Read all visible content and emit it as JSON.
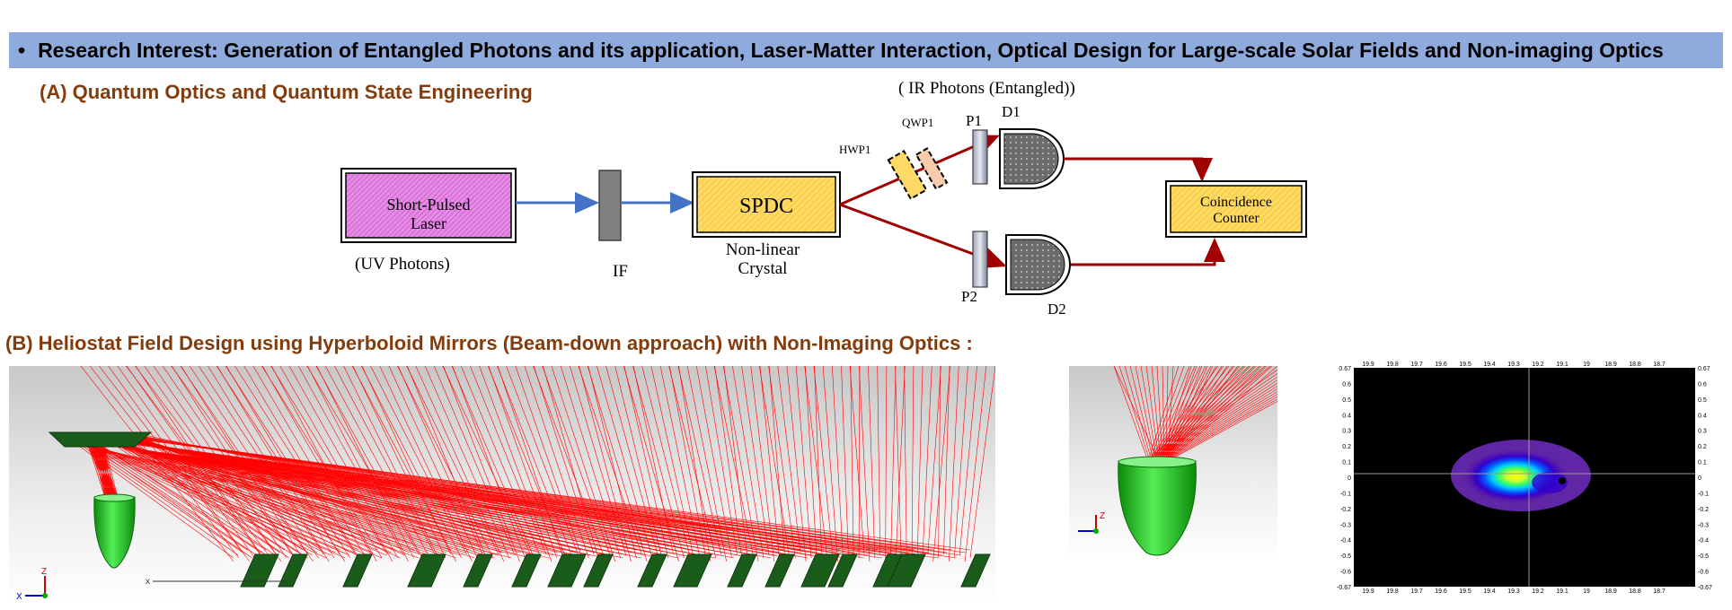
{
  "banner": {
    "bullet": "•",
    "text": "Research Interest:  Generation of Entangled Photons and its application, Laser-Matter Interaction, Optical Design for Large-scale Solar Fields and Non-imaging Optics"
  },
  "section_a": {
    "title": "(A) Quantum Optics  and Quantum State Engineering",
    "ir_photons": "( IR Photons  (Entangled))",
    "laser_line1": "Short-Pulsed",
    "laser_line2": "Laser",
    "uv_photons": "(UV Photons)",
    "if_label": "IF",
    "spdc_label": "SPDC",
    "crystal_line1": "Non-linear",
    "crystal_line2": "Crystal",
    "hwp_label": "HWP1",
    "qwp_label": "QWP1",
    "p1_label": "P1",
    "p2_label": "P2",
    "d1_label": "D1",
    "d2_label": "D2",
    "coinc_line1": "Coincidence",
    "coinc_line2": "Counter"
  },
  "section_b": {
    "title": "(B) Heliostat Field Design using Hyperboloid Mirrors (Beam-down approach) with Non-Imaging Optics :",
    "axis_z": "Z",
    "axis_x": "X",
    "axis_x_small": "x"
  },
  "flux_map": {
    "top_ticks": [
      "19.9",
      "19.8",
      "19.7",
      "19.6",
      "19.5",
      "19.4",
      "19.3",
      "19.2",
      "19.1",
      "19",
      "18.9",
      "18.8",
      "18.7"
    ],
    "left_ticks": [
      "0.67",
      "0.6",
      "0.5",
      "0.4",
      "0.3",
      "0.2",
      "0.1",
      "0",
      "-0.1",
      "-0.2",
      "-0.3",
      "-0.4",
      "-0.5",
      "-0.6",
      "-0.67"
    ],
    "right_ticks": [
      "0.67",
      "0.6",
      "0.5",
      "0.4",
      "0.3",
      "0.2",
      "0.1",
      "0",
      "-0.1",
      "-0.2",
      "-0.3",
      "-0.4",
      "-0.5",
      "-0.6",
      "-0.67"
    ]
  },
  "colors": {
    "banner_bg": "#8faadc",
    "section_title": "#843c0c",
    "beam_blue": "#4472c4",
    "beam_red": "#a00000",
    "laser_fill": "#e88ae8",
    "spdc_fill": "#ffd966",
    "ray_red": "#ff0000",
    "mirror_green": "#1a5c1a",
    "receiver_green": "#22cc22"
  }
}
